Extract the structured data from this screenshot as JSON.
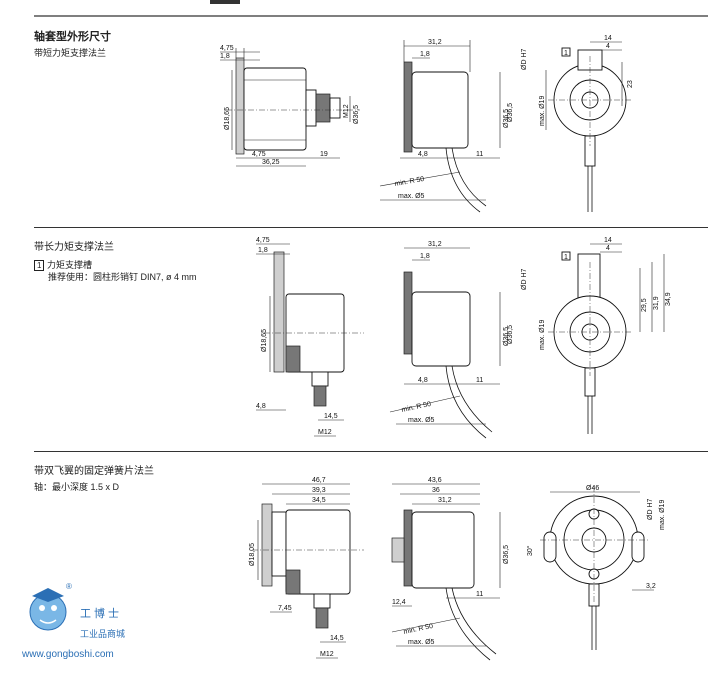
{
  "sections": [
    {
      "title": "轴套型外形尺寸",
      "subtitle": "带短力矩支撑法兰"
    },
    {
      "title": "带长力矩支撑法兰",
      "note_number": "1",
      "note_line1": "力矩支撑槽",
      "note_line2": "推荐使用：圆柱形销钉 DIN7, ø 4 mm"
    },
    {
      "title": "带双飞翼的固定弹簧片法兰",
      "note_line1": "轴：最小深度 1.5 x D"
    }
  ],
  "dims": {
    "d475": "4,75",
    "d18": "1,8",
    "d1865": "Ø18,65",
    "d3625": "36,25",
    "d19": "19",
    "dM12": "M12",
    "d365": "Ø36,5",
    "d312": "31,2",
    "d48": "4,8",
    "d11": "11",
    "dminr50": "min. R 50",
    "dmaxo5": "max. Ø5",
    "d14": "14",
    "d4": "4",
    "d23": "23",
    "dD": "ØD H7",
    "dmax19": "max. Ø19",
    "d295": "29,5",
    "d319": "31,9",
    "d349": "34,9",
    "d145": "14,5",
    "d467": "46,7",
    "d393": "39,3",
    "d345": "34,5",
    "d1805": "Ø18,05",
    "d745": "7,45",
    "d436": "43,6",
    "d36": "36",
    "d124": "12,4",
    "d46": "Ø46",
    "d30deg": "30°",
    "d32": "3,2",
    "callout1": "1"
  },
  "watermark": {
    "brand": "工博士",
    "sub": "工业品商城",
    "url": "www.gongboshi.com",
    "reg": "®"
  }
}
